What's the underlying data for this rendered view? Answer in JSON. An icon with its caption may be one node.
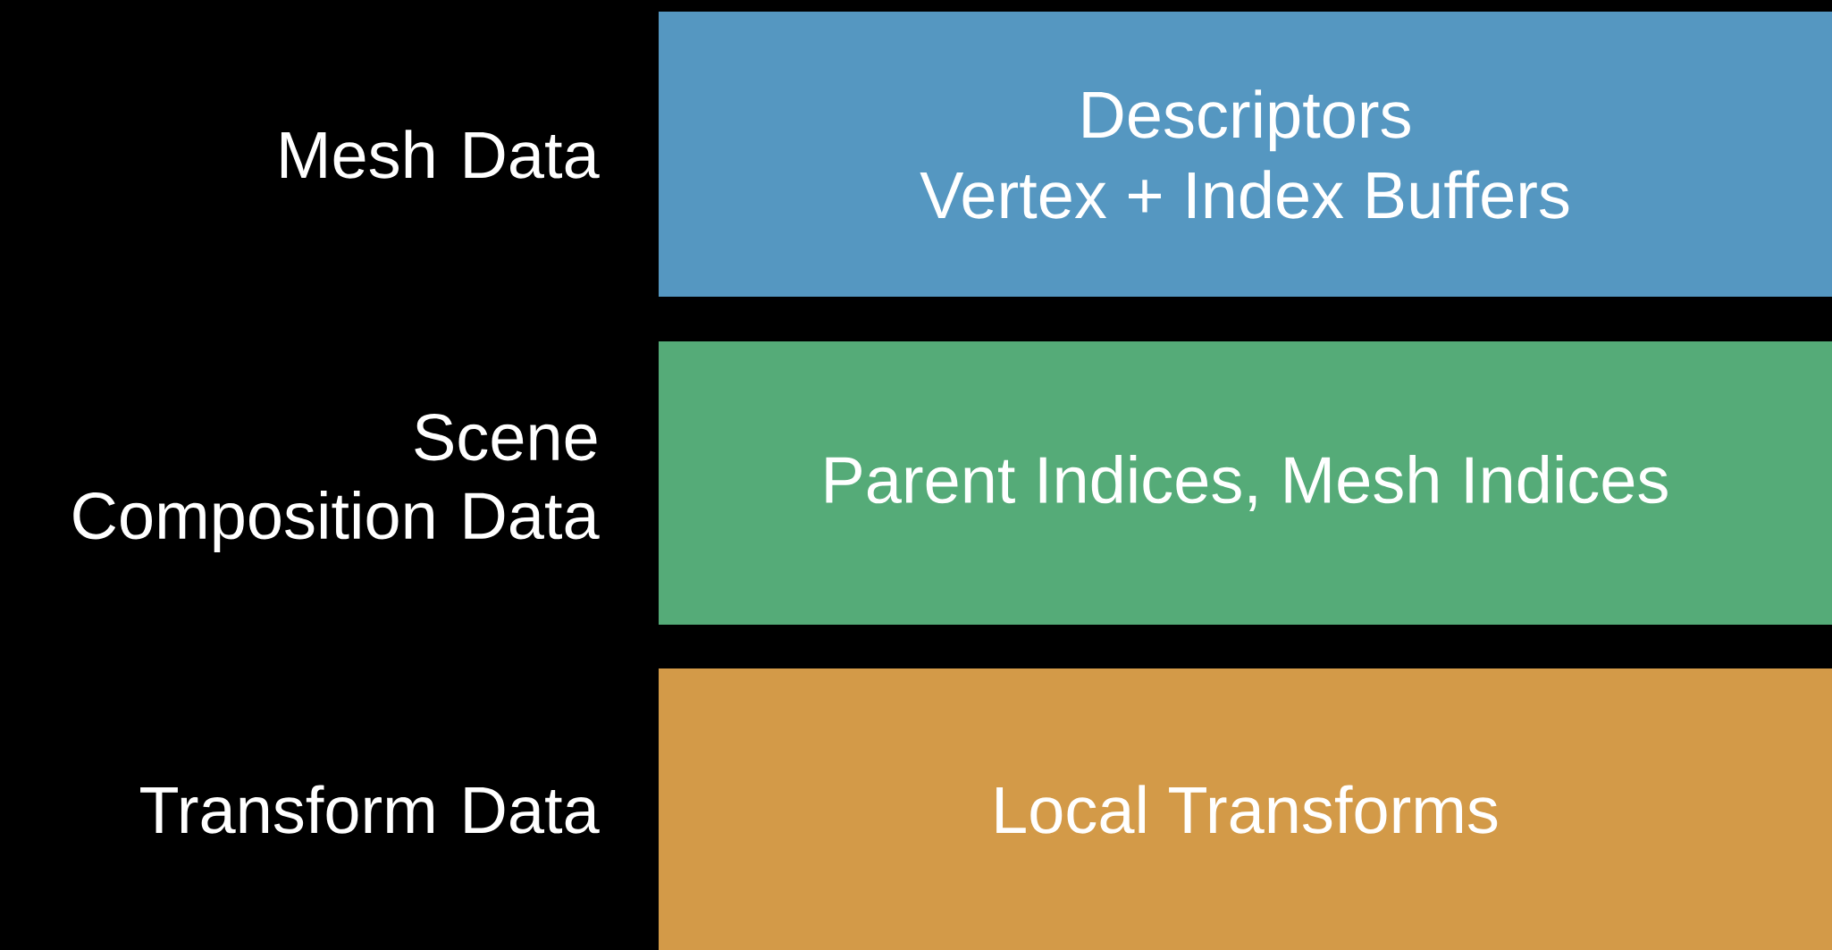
{
  "diagram": {
    "nodes": [
      {
        "text": [
          "Descriptors",
          "Vertex + Index Buffers"
        ],
        "beside": [
          "Mesh Data"
        ]
      },
      {
        "text": [
          "Parent Indices, Mesh Indices"
        ],
        "beside": [
          "Scene Composition Data"
        ]
      },
      {
        "text": [
          "Local Transforms"
        ],
        "beside": [
          "Transform Data"
        ]
      }
    ]
  }
}
